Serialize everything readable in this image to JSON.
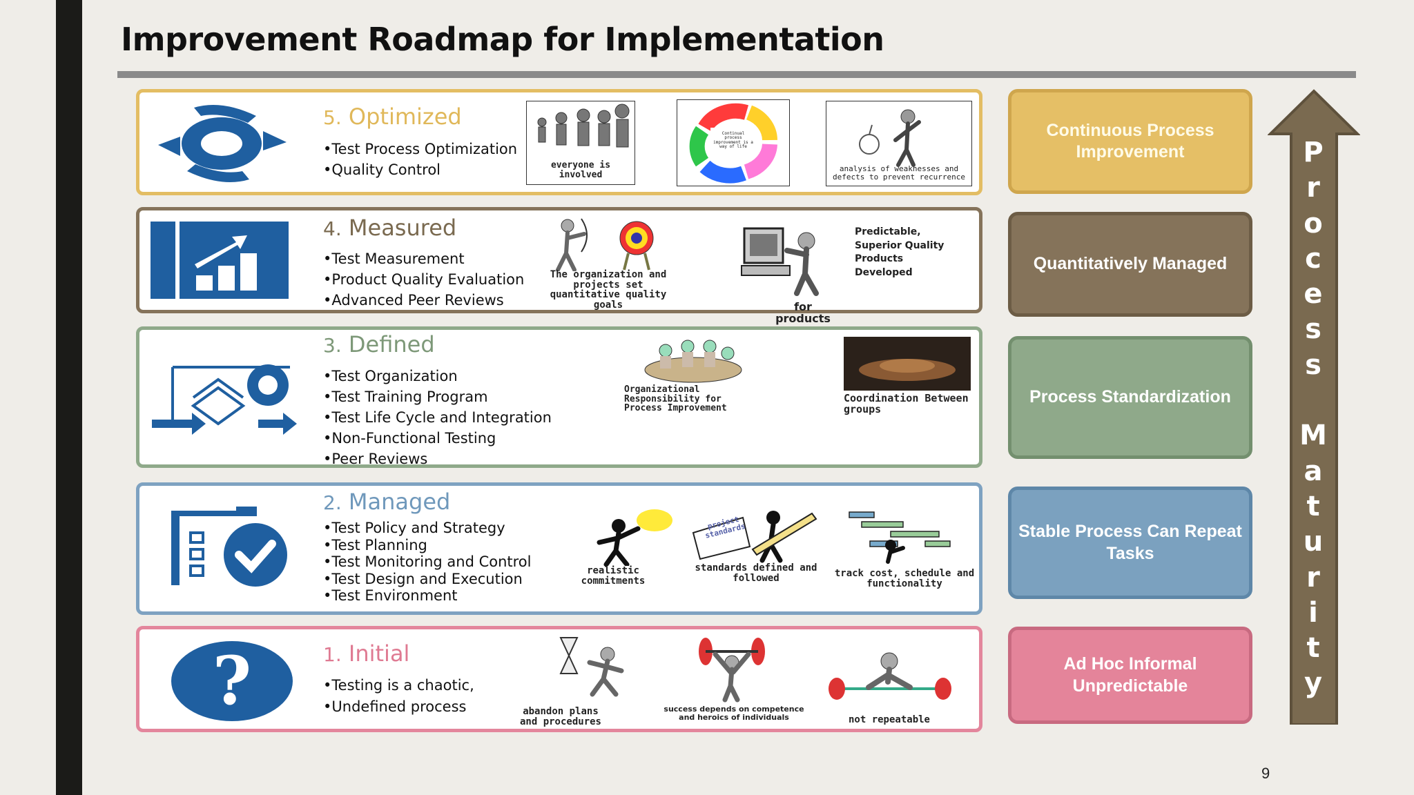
{
  "slide": {
    "title": "Improvement Roadmap for Implementation",
    "page_number": "9",
    "maturity_label": [
      "P",
      "r",
      "o",
      "c",
      "e",
      "s",
      "s",
      "",
      "M",
      "a",
      "t",
      "u",
      "r",
      "i",
      "t",
      "y"
    ]
  },
  "colors": {
    "optimized": "#e3bd63",
    "measured": "#85735a",
    "defined": "#8fa98a",
    "managed": "#7ea2c1",
    "initial": "#e3869c",
    "icon_blue": "#1f5fa0"
  },
  "levels": {
    "optimized": {
      "num": "5.",
      "name": "Optimized",
      "bullets": [
        "Test Process Optimization",
        "Quality Control"
      ],
      "captions": [
        "everyone is involved",
        "Continual process improvement is a way of life",
        "analysis of weaknesses and defects to prevent recurrence"
      ],
      "icon": "cycle-arrows-icon"
    },
    "measured": {
      "num": "4.",
      "name": "Measured",
      "bullets": [
        "Test Measurement",
        "Product Quality Evaluation",
        "Advanced Peer Reviews"
      ],
      "captions": [
        "The organization and projects set quantitative quality goals",
        "for products",
        "Predictable, Superior Quality Products Developed"
      ],
      "icon": "bar-chart-icon"
    },
    "defined": {
      "num": "3.",
      "name": "Defined",
      "bullets": [
        "Test Organization",
        "Test Training Program",
        "Test Life Cycle and Integration",
        "Non-Functional Testing",
        "Peer Reviews"
      ],
      "captions": [
        "Organizational Responsibility for Process Improvement",
        "Coordination Between groups"
      ],
      "icon": "process-gear-icon"
    },
    "managed": {
      "num": "2.",
      "name": "Managed",
      "bullets": [
        "Test Policy and Strategy",
        "Test Planning",
        "Test Monitoring and Control",
        "Test Design and Execution",
        "Test Environment"
      ],
      "captions": [
        "realistic commitments",
        "project standards",
        "standards defined and followed",
        "track cost, schedule and functionality"
      ],
      "icon": "checklist-icon"
    },
    "initial": {
      "num": "1.",
      "name": "Initial",
      "bullets": [
        "Testing is a chaotic,",
        "Undefined process"
      ],
      "captions": [
        "abandon plans and procedures",
        "success depends on competence and heroics of individuals",
        "not repeatable"
      ],
      "icon": "question-icon"
    }
  },
  "maturity": {
    "optimized": "Continuous Process Improvement",
    "measured": "Quantitatively Managed",
    "defined": "Process Standardization",
    "managed": "Stable Process Can Repeat Tasks",
    "initial": "Ad Hoc Informal Unpredictable"
  }
}
